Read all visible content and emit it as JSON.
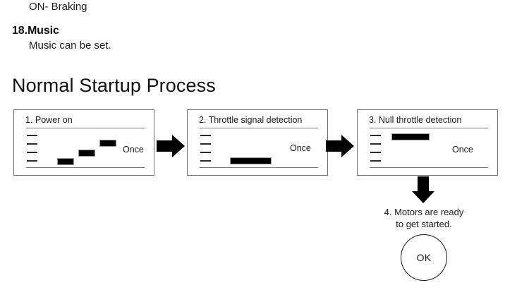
{
  "document": {
    "preceding_text": {
      "list_item_value": "ON- Braking",
      "heading": "18.Music",
      "body": "Music can be set."
    },
    "title": "Normal Startup Process"
  },
  "flow": {
    "steps": [
      {
        "title": "1. Power on",
        "indicator": "Once",
        "signal_pattern": "ascending-steps",
        "blocks": [
          {
            "name": "block-low",
            "level": 1
          },
          {
            "name": "block-mid",
            "level": 2
          },
          {
            "name": "block-high",
            "level": 3
          }
        ]
      },
      {
        "title": "2. Throttle signal detection",
        "indicator": "Once",
        "signal_pattern": "long-bar-low",
        "blocks": [
          {
            "name": "bar-low",
            "level": 1
          }
        ]
      },
      {
        "title": "3. Null throttle detection",
        "indicator": "Once",
        "signal_pattern": "long-bar-high",
        "blocks": [
          {
            "name": "bar-high",
            "level": 4
          }
        ]
      }
    ],
    "final_step": {
      "caption_line1": "4. Motors are ready",
      "caption_line2": "to get started.",
      "badge_label": "OK"
    },
    "connectors": [
      {
        "name": "arrow-step1-to-step2",
        "direction": "right"
      },
      {
        "name": "arrow-step2-to-step3",
        "direction": "right"
      },
      {
        "name": "arrow-step3-to-final",
        "direction": "down"
      }
    ]
  },
  "colors": {
    "ink": "#1a1a1a",
    "signal_fill": "#000000",
    "box_border": "#6e6e6e",
    "rule": "#7a7a7a",
    "background": "#ffffff"
  }
}
